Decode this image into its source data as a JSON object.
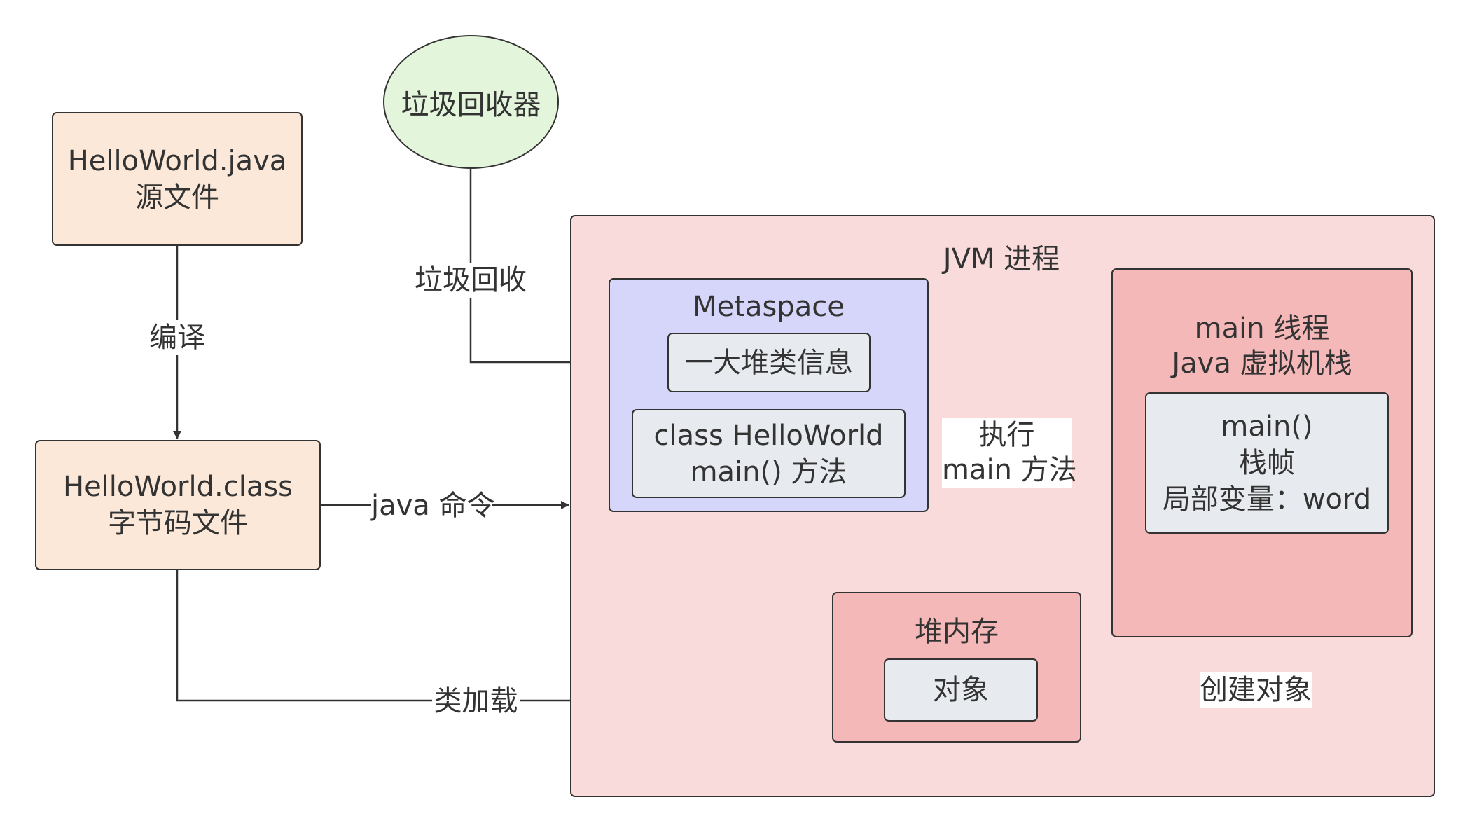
{
  "nodes": {
    "source_file": {
      "line1": "HelloWorld.java",
      "line2": "源文件"
    },
    "class_file": {
      "line1": "HelloWorld.class",
      "line2": "字节码文件"
    },
    "gc": {
      "label": "垃圾回收器"
    },
    "jvm": {
      "title": "JVM 进程"
    },
    "metaspace": {
      "title": "Metaspace",
      "class_info": "一大堆类信息",
      "class_box": {
        "line1": "class HelloWorld",
        "line2": "main() 方法"
      }
    },
    "main_thread": {
      "line1": "main 线程",
      "line2": "Java 虚拟机栈",
      "frame": {
        "line1": "main()",
        "line2": "栈帧",
        "line3": "局部变量：word"
      }
    },
    "heap": {
      "title": "堆内存",
      "object": "对象"
    }
  },
  "edges": {
    "compile": "编译",
    "gc_collect": "垃圾回收",
    "java_cmd": "java 命令",
    "class_load": "类加载",
    "execute": {
      "line1": "执行",
      "line2": "main 方法"
    },
    "create_object": "创建对象"
  },
  "colors": {
    "stroke": "#333333",
    "file_fill": "#fbe8d8",
    "gc_fill": "#e3f5da",
    "jvm_fill": "#f9dbdb",
    "region_fill": "#f4b8b8",
    "metaspace_fill": "#d5d6f9",
    "inner_fill": "#e7eaee"
  }
}
